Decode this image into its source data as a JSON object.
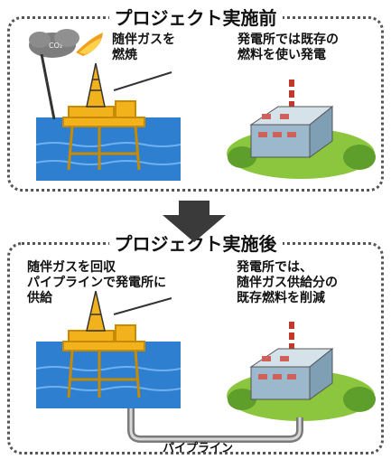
{
  "before": {
    "title": "プロジェクト実施前",
    "co2_label": "CO₂",
    "flare_text": [
      "随伴ガスを",
      "燃焼"
    ],
    "plant_text": [
      "発電所では既存の",
      "燃料を使い発電"
    ]
  },
  "after": {
    "title": "プロジェクト実施後",
    "recover_text": [
      "随伴ガスを回収",
      "パイプラインで発電所に",
      "供給"
    ],
    "plant_text": [
      "発電所では、",
      "随伴ガス供給分の",
      "既存燃料を削減"
    ],
    "pipeline_label": "パイプライン"
  },
  "colors": {
    "sea": "#2f7fd0",
    "platform": "#f2b21b",
    "land": "#8cc63f",
    "building": "#9bb8cc",
    "arrow": "#3a3a3a"
  }
}
